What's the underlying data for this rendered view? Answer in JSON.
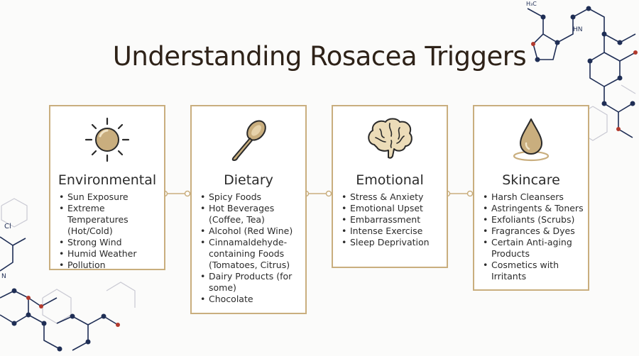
{
  "title": "Understanding Rosacea Triggers",
  "colors": {
    "gold": "#c9ae7e",
    "navy": "#1f2e55",
    "title": "#2e2218"
  },
  "cards": [
    {
      "icon": "sun-icon",
      "heading": "Environmental",
      "items": [
        "Sun Exposure",
        "Extreme Temperatures (Hot/Cold)",
        "Strong Wind",
        "Humid Weather",
        "Pollution"
      ]
    },
    {
      "icon": "spoon-icon",
      "heading": "Dietary",
      "items": [
        "Spicy Foods",
        "Hot Beverages (Coffee, Tea)",
        "Alcohol (Red Wine)",
        "Cinnamaldehyde-containing Foods (Tomatoes, Citrus)",
        "Dairy Products (for some)",
        "Chocolate"
      ]
    },
    {
      "icon": "brain-icon",
      "heading": "Emotional",
      "items": [
        "Stress & Anxiety",
        "Emotional Upset",
        "Embarrassment",
        "Intense Exercise",
        "Sleep Deprivation"
      ]
    },
    {
      "icon": "droplet-icon",
      "heading": "Skincare",
      "items": [
        "Harsh Cleansers",
        "Astringents & Toners",
        "Exfoliants (Scrubs)",
        "Fragrances & Dyes",
        "Certain Anti-aging Products",
        "Cosmetics with Irritants"
      ]
    }
  ],
  "decor": {
    "formula_top": "H₃C",
    "label_cl": "Cl",
    "label_n": "N",
    "label_hn": "HN"
  }
}
